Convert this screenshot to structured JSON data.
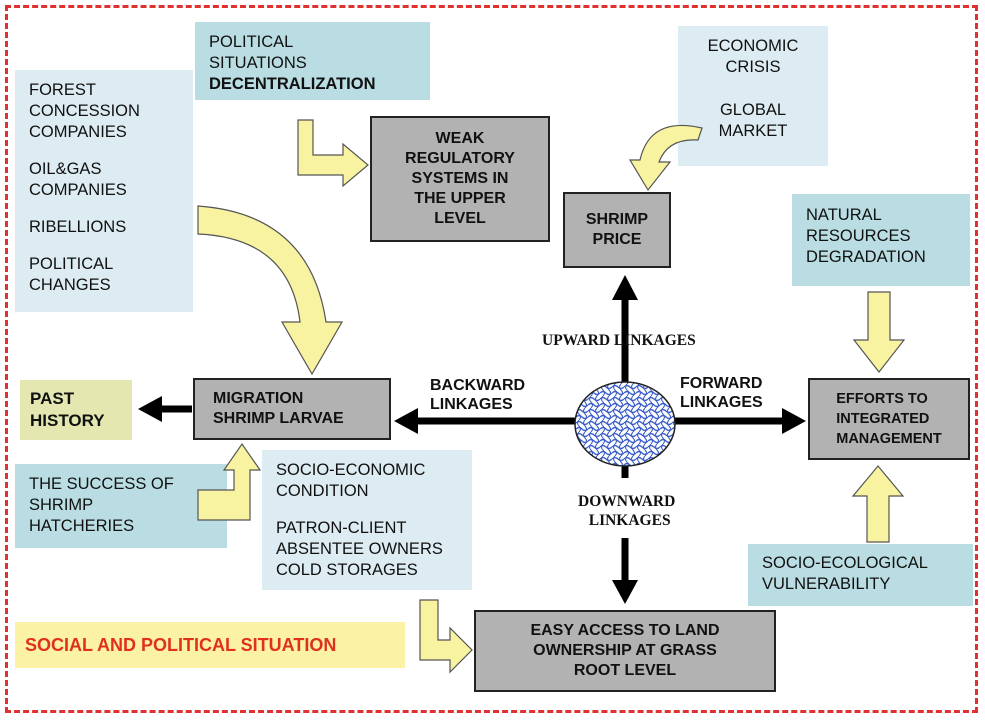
{
  "boxes": {
    "political": {
      "lines": [
        "POLITICAL",
        "SITUATIONS"
      ],
      "bold_line": "DECENTRALIZATION"
    },
    "forest": {
      "groups": [
        [
          "FOREST",
          "CONCESSION",
          "COMPANIES"
        ],
        [
          "OIL&GAS",
          "COMPANIES"
        ],
        [
          "RIBELLIONS"
        ],
        [
          "POLITICAL",
          "CHANGES"
        ]
      ]
    },
    "economic": {
      "groups": [
        [
          "ECONOMIC",
          "CRISIS"
        ],
        [
          "GLOBAL",
          "MARKET"
        ]
      ]
    },
    "weak_regulatory": [
      "WEAK",
      "REGULATORY",
      "SYSTEMS IN",
      "THE UPPER",
      "LEVEL"
    ],
    "shrimp_price": [
      "SHRIMP",
      "PRICE"
    ],
    "natural_resources": [
      "NATURAL",
      "RESOURCES",
      "DEGRADATION"
    ],
    "past_history": [
      "PAST",
      "HISTORY"
    ],
    "migration": [
      "MIGRATION",
      "SHRIMP LARVAE"
    ],
    "efforts": [
      "EFFORTS TO",
      "INTEGRATED",
      "MANAGEMENT"
    ],
    "hatcheries": [
      "THE SUCCESS OF",
      "SHRIMP",
      "HATCHERIES"
    ],
    "socio_economic": {
      "groups": [
        [
          "SOCIO-ECONOMIC",
          "CONDITION"
        ],
        [
          "PATRON-CLIENT",
          "ABSENTEE OWNERS",
          "COLD STORAGES"
        ]
      ]
    },
    "socio_ecological": [
      "SOCIO-ECOLOGICAL",
      "VULNERABILITY"
    ],
    "easy_access": [
      "EASY ACCESS TO LAND",
      "OWNERSHIP AT GRASS",
      "ROOT LEVEL"
    ],
    "social_political": "SOCIAL AND POLITICAL SITUATION"
  },
  "linkages": {
    "upward": "UPWARD LINKAGES",
    "backward": [
      "BACKWARD",
      "LINKAGES"
    ],
    "forward": [
      "FORWARD",
      "LINKAGES"
    ],
    "downward": [
      "DOWNWARD",
      "LINKAGES"
    ]
  },
  "colors": {
    "frame": "#e03030",
    "light_box": "#dcecf2",
    "mid_box": "#b9dde2",
    "grey_box": "#b2b2b2",
    "arrow_fill": "#f7f3a0",
    "social_text": "#e0301e"
  }
}
